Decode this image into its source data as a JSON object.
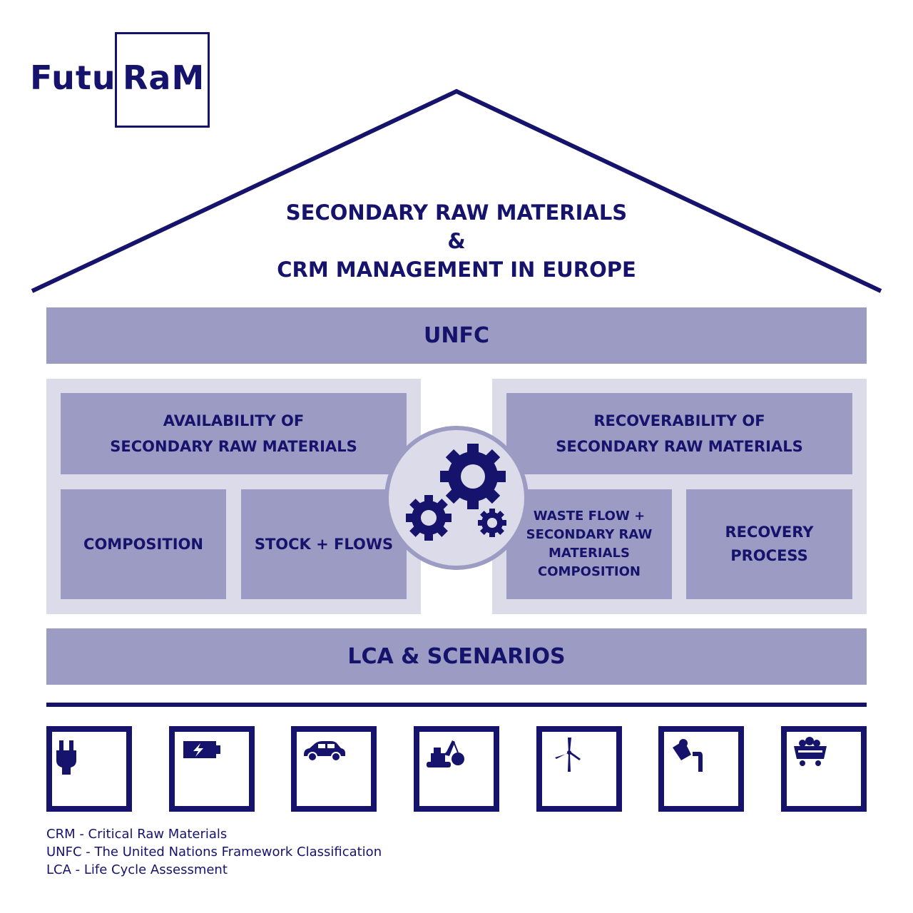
{
  "logo": {
    "left_text": "Futu",
    "boxed_text": "RaM"
  },
  "roof_title": {
    "line1": "SECONDARY RAW MATERIALS",
    "line2": "&",
    "line3": "CRM MANAGEMENT IN EUROPE"
  },
  "bars": {
    "top": "UNFC",
    "bottom": "LCA & SCENARIOS"
  },
  "left_panel": {
    "header_line1": "AVAILABILITY OF",
    "header_line2": "SECONDARY RAW MATERIALS",
    "box1": "COMPOSITION",
    "box2": "STOCK + FLOWS"
  },
  "right_panel": {
    "header_line1": "RECOVERABILITY OF",
    "header_line2": "SECONDARY RAW MATERIALS",
    "box1_lines": [
      "WASTE FLOW +",
      "SECONDARY RAW",
      "MATERIALS",
      "COMPOSITION"
    ],
    "box2_lines": [
      "RECOVERY",
      "PROCESS"
    ]
  },
  "center_icon": "gears-icon",
  "icons": [
    "plug-icon",
    "battery-icon",
    "car-icon",
    "excavator-icon",
    "wind-turbine-icon",
    "ladle-icon",
    "mine-cart-icon"
  ],
  "legend": [
    "CRM - Critical Raw Materials",
    "UNFC - The United Nations Framework Classification",
    "LCA - Life Cycle Assessment"
  ],
  "colors": {
    "navy": "#15136b",
    "bar": "#9c9bc4",
    "panel": "#dcdbe9"
  }
}
